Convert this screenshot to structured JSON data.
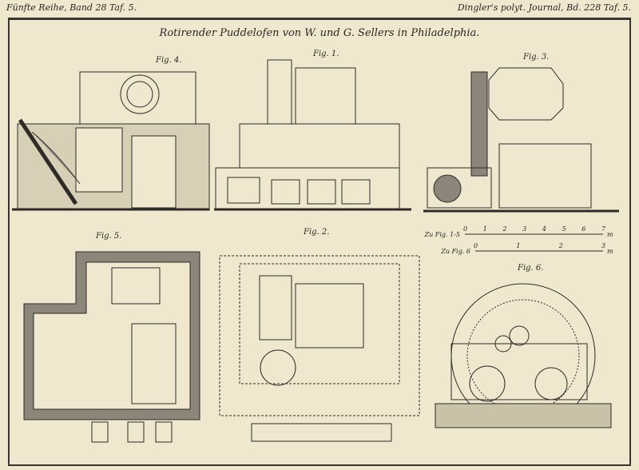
{
  "header": {
    "left": "Fünfte Reihe, Band 28 Taf. 5.",
    "right": "Dingler's polyt. Journal, Bd. 228 Taf. 5."
  },
  "title": "Rotirender Puddelofen von W. und G. Sellers in Philadelphia.",
  "figures": {
    "fig1": "Fig. 1.",
    "fig2": "Fig. 2.",
    "fig3": "Fig. 3.",
    "fig4": "Fig. 4.",
    "fig5": "Fig. 5.",
    "fig6": "Fig. 6."
  },
  "scales": {
    "a_label": "Zu Fig. 1-5",
    "a_ticks": [
      "0",
      "1",
      "2",
      "3",
      "4",
      "5",
      "6",
      "7"
    ],
    "b_label": "Zu Fig. 6",
    "b_ticks": [
      "0",
      "1",
      "2",
      "3"
    ],
    "unit": "m"
  }
}
